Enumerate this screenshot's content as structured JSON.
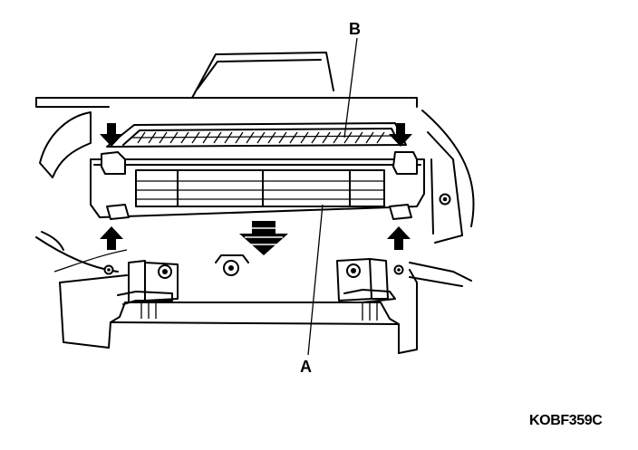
{
  "labels": {
    "a": "A",
    "b": "B"
  },
  "figure_code": "KOBF359C",
  "icons": {
    "release_tab_arrow": "down-arrow-icon",
    "lock_tab_arrow": "up-arrow-icon",
    "removal_arrow": "big-down-arrow-icon"
  }
}
